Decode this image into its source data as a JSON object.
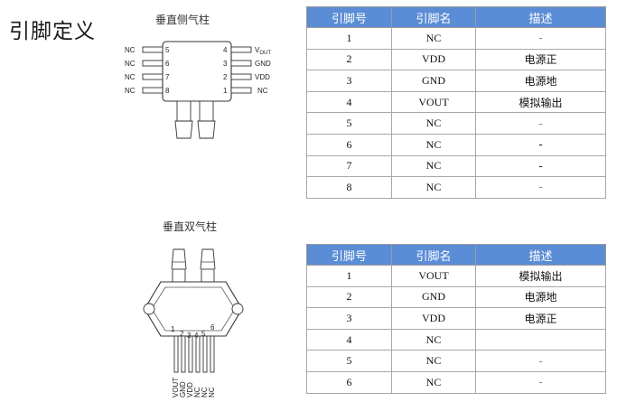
{
  "title": "引脚定义",
  "package1": {
    "caption": "垂直侧气柱",
    "left_pins": [
      {
        "name": "NC",
        "num": "5"
      },
      {
        "name": "NC",
        "num": "6"
      },
      {
        "name": "NC",
        "num": "7"
      },
      {
        "name": "NC",
        "num": "8"
      }
    ],
    "right_pins": [
      {
        "num": "4",
        "name": "V",
        "sub": "OUT"
      },
      {
        "num": "3",
        "name": "GND",
        "sub": ""
      },
      {
        "num": "2",
        "name": "VDD",
        "sub": ""
      },
      {
        "num": "1",
        "name": "NC",
        "sub": ""
      }
    ]
  },
  "package2": {
    "caption": "垂直双气柱",
    "pin_numbers": [
      "1",
      "2",
      "3",
      "4",
      "5",
      "6"
    ],
    "pin_labels": [
      "VOUT",
      "GND",
      "VDD",
      "NC",
      "NC",
      "NC"
    ]
  },
  "table1": {
    "headers": [
      "引脚号",
      "引脚名",
      "描述"
    ],
    "rows": [
      {
        "num": "1",
        "name": "NC",
        "desc": "-"
      },
      {
        "num": "2",
        "name": "VDD",
        "desc": "电源正"
      },
      {
        "num": "3",
        "name": "GND",
        "desc": "电源地"
      },
      {
        "num": "4",
        "name": "VOUT",
        "desc": "模拟输出"
      },
      {
        "num": "5",
        "name": "NC",
        "desc": "-"
      },
      {
        "num": "6",
        "name": "NC",
        "desc": "-"
      },
      {
        "num": "7",
        "name": "NC",
        "desc": "-"
      },
      {
        "num": "8",
        "name": "NC",
        "desc": "-"
      }
    ]
  },
  "table2": {
    "headers": [
      "引脚号",
      "引脚名",
      "描述"
    ],
    "rows": [
      {
        "num": "1",
        "name": "VOUT",
        "desc": "模拟输出"
      },
      {
        "num": "2",
        "name": "GND",
        "desc": "电源地"
      },
      {
        "num": "3",
        "name": "VDD",
        "desc": "电源正"
      },
      {
        "num": "4",
        "name": "NC",
        "desc": ""
      },
      {
        "num": "5",
        "name": "NC",
        "desc": "-"
      },
      {
        "num": "6",
        "name": "NC",
        "desc": "-"
      }
    ]
  }
}
